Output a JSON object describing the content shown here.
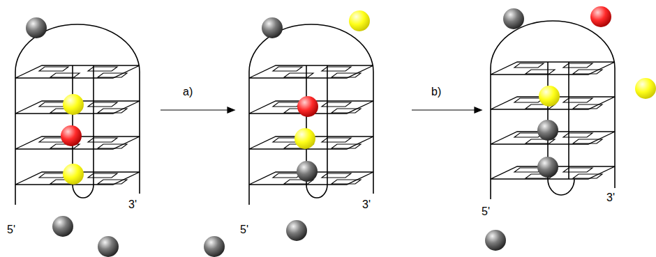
{
  "diagram": {
    "labels": [
      "5'",
      "3'",
      "a)",
      "5'",
      "3'",
      "b)",
      "5'",
      "3'"
    ]
  }
}
